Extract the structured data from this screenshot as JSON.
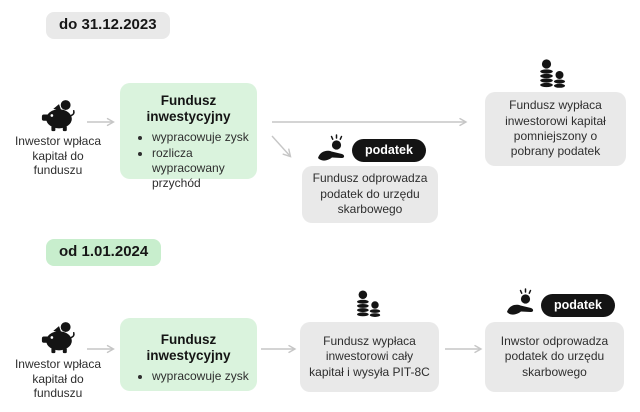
{
  "colors": {
    "green_box": "#daf3dd",
    "green_badge": "#c8eecd",
    "gray_box": "#e9e9e9",
    "gray_badge": "#e9e9e9",
    "pill_bg": "#141414",
    "pill_text": "#ffffff",
    "icon": "#141414",
    "arrow": "#c6c6c6",
    "title_text": "#141414",
    "body_text": "#2e2e2e"
  },
  "icons": {
    "piggy_bank": "piggy-bank-icon",
    "coins_stack": "coins-stack-icon",
    "hand_coin": "hand-coin-icon",
    "flow_arrow": "flow-arrow"
  },
  "section_before": {
    "badge": "do 31.12.2023",
    "investor_caption": "Inwestor wpłaca kapitał do funduszu",
    "fund": {
      "title": "Fundusz inwestycyjny",
      "bullets": [
        "wypracowuje zysk",
        "rozlicza wypracowany przychód"
      ]
    },
    "tax_pill": "podatek",
    "tax_box": "Fundusz odprowadza podatek do urzędu skarbowego",
    "payout_box": "Fundusz wypłaca inwestorowi kapitał pomniejszony o pobrany podatek"
  },
  "section_after": {
    "badge": "od 1.01.2024",
    "investor_caption": "Inwestor wpłaca kapitał do funduszu",
    "fund": {
      "title": "Fundusz inwestycyjny",
      "bullets": [
        "wypracowuje zysk"
      ]
    },
    "payout_box": "Fundusz wypłaca inwestorowi cały kapitał i wysyła PIT-8C",
    "tax_pill": "podatek",
    "tax_box": "Inwstor odprowadza podatek do urzędu skarbowego"
  }
}
